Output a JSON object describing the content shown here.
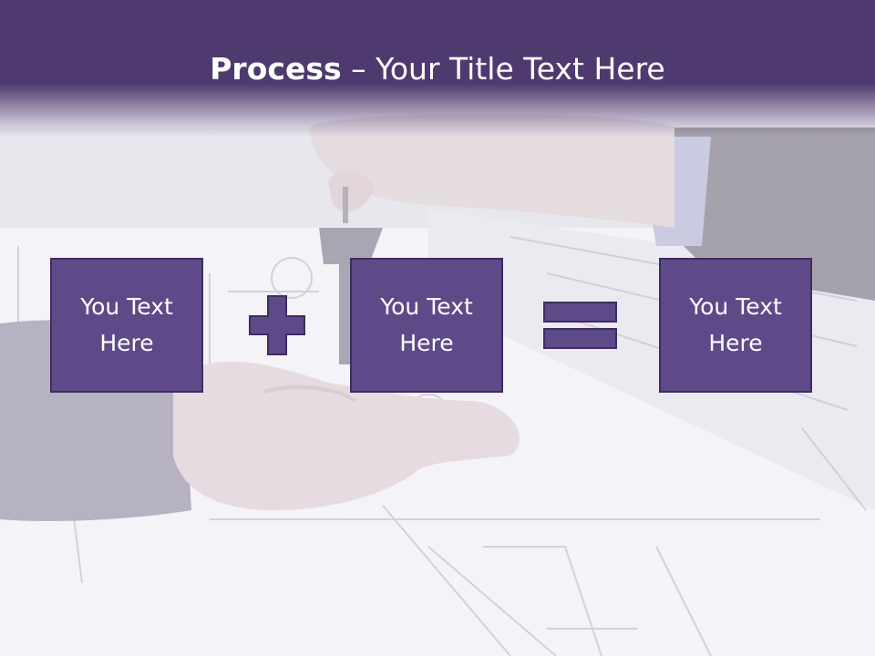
{
  "slide": {
    "title_bold": "Process",
    "title_rest": " – Your Title Text Here"
  },
  "boxes": [
    {
      "label": "You Text Here"
    },
    {
      "label": "You Text Here"
    },
    {
      "label": "You Text Here"
    }
  ],
  "operators": [
    "plus-icon",
    "equals-icon"
  ],
  "colors": {
    "header": "#4f3a6f",
    "box_fill": "#5e4a88",
    "box_border": "#3f2d5e",
    "text": "#ffffff"
  }
}
